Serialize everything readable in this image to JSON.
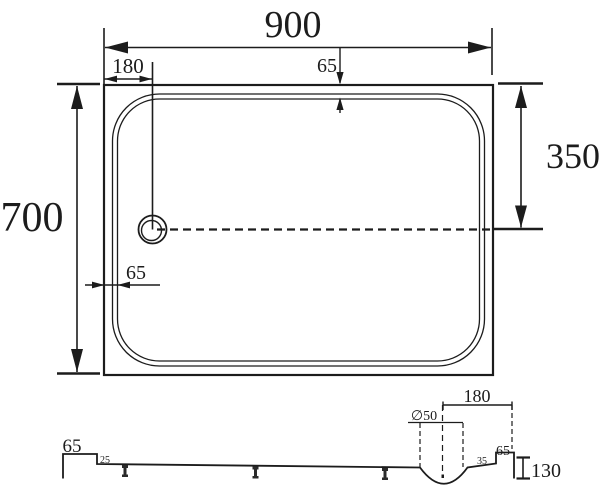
{
  "colors": {
    "line": "#1c1c1c",
    "background": "#ffffff"
  },
  "top_view": {
    "width_label": "900",
    "height_label": "700",
    "drain_offset_label": "180",
    "top_rim_label": "65",
    "right_span_label": "350",
    "left_rim_label": "65"
  },
  "side_view": {
    "left_rim_label": "65",
    "left_step_label": "25",
    "drain_offset_label": "180",
    "drain_diameter_label": "∅50",
    "right_step_label": "35",
    "right_rim_label": "65",
    "height_label": "130"
  }
}
